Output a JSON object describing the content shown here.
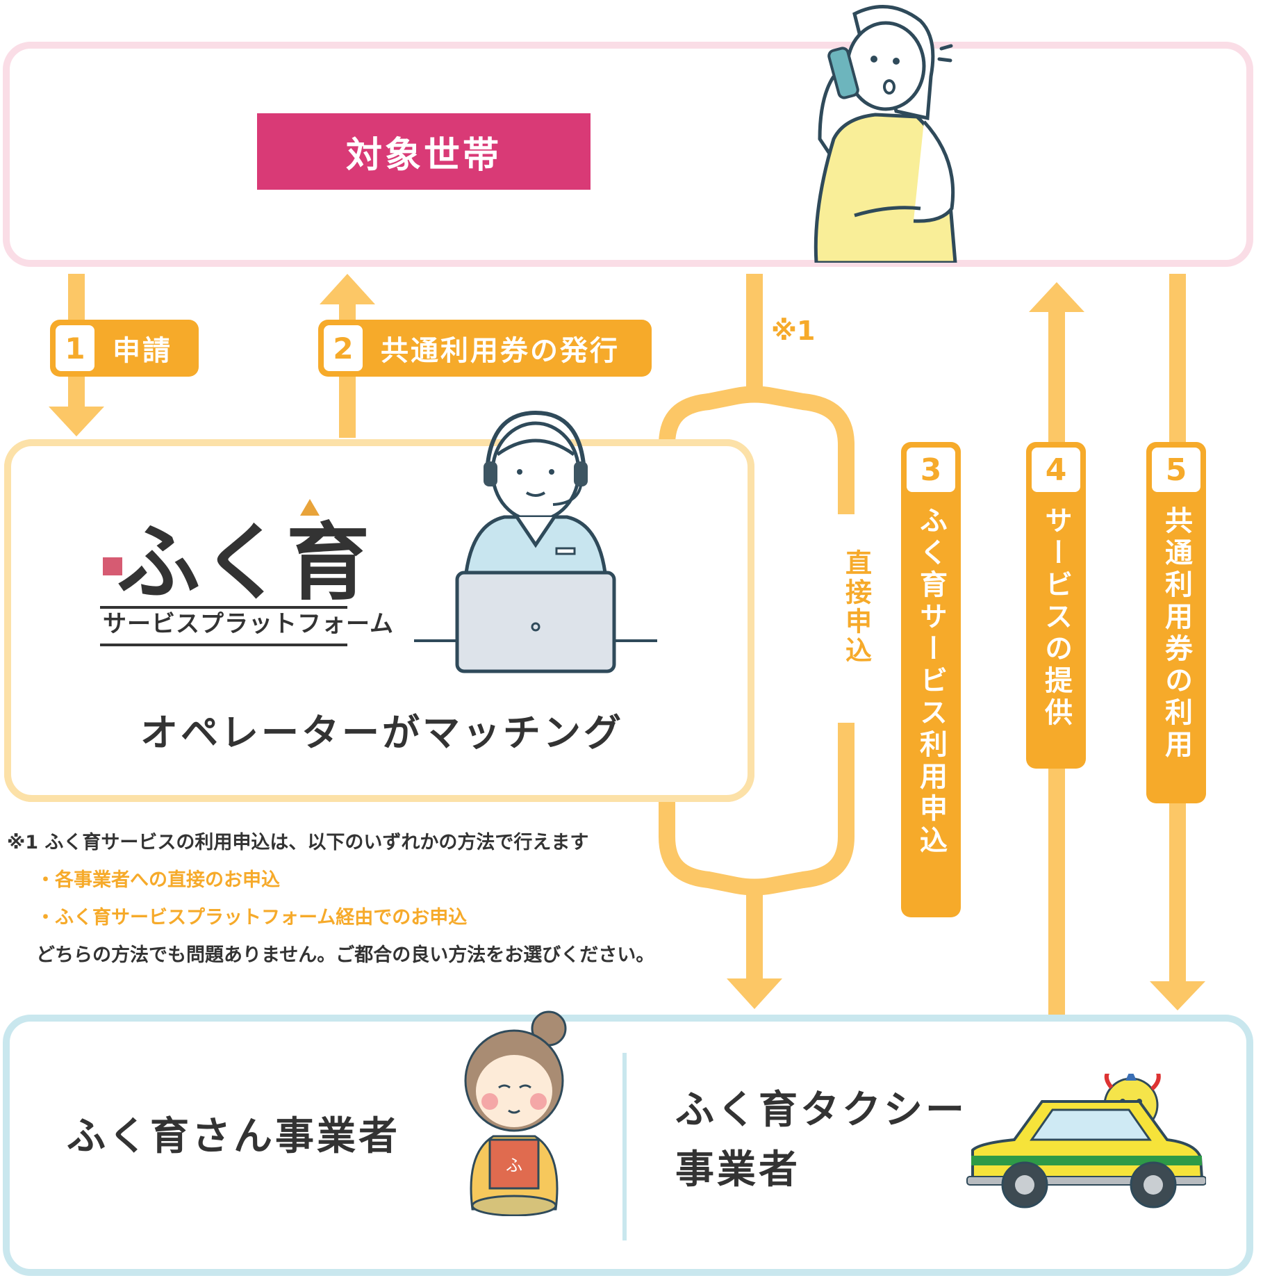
{
  "household": {
    "title": "対象世帯"
  },
  "steps": {
    "s1": {
      "num": "1",
      "label": "申請"
    },
    "s2": {
      "num": "2",
      "label": "共通利用券の発行"
    },
    "s3": {
      "num": "3",
      "label": "ふく育サービス利用申込"
    },
    "s4": {
      "num": "4",
      "label": "サービスの提供"
    },
    "s5": {
      "num": "5",
      "label": "共通利用券の利用"
    }
  },
  "direct": {
    "label": "直接申込",
    "note_mark": "※1"
  },
  "platform": {
    "logo_main": "ふく育",
    "logo_sub": "サービスプラットフォーム",
    "caption": "オペレーターがマッチング"
  },
  "notes": {
    "line1": "※1 ふく育サービスの利用申込は、以下のいずれかの方法で行えます",
    "line2": "・各事業者への直接のお申込",
    "line3": "・ふく育サービスプラットフォーム経由でのお申込",
    "line4": "どちらの方法でも問題ありません。ご都合の良い方法をお選びください。"
  },
  "providers": {
    "fukuiku_san": "ふく育さん事業者",
    "taxi_line1": "ふく育タクシー",
    "taxi_line2": "事業者"
  },
  "colors": {
    "pink": "#d93a76",
    "pink_border": "#fadde6",
    "orange": "#f6aa2a",
    "orange_light": "#fcc766",
    "platform_border": "#fce1a8",
    "blue_border": "#c9e7ee"
  }
}
